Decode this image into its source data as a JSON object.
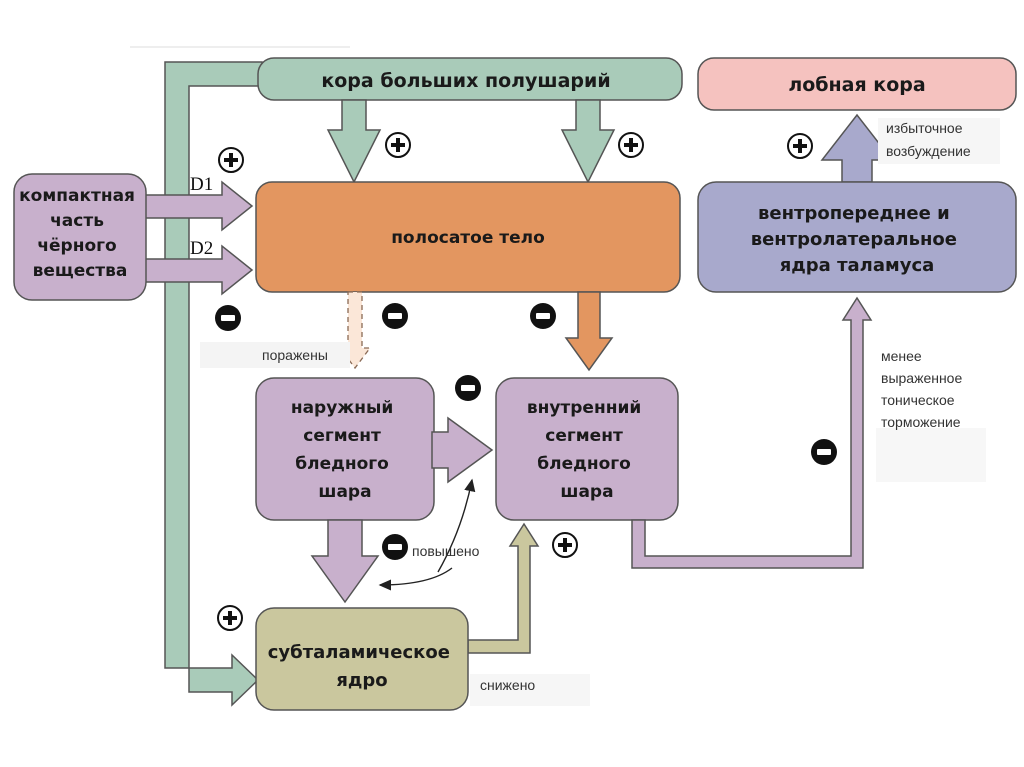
{
  "diagram": {
    "colors": {
      "cortex": "#a9cbb9",
      "striatum": "#e39660",
      "purple": "#c8b0cc",
      "frontal": "#f5c2bf",
      "thalamus": "#a8a9cc",
      "stn": "#cac79e"
    },
    "nodes": {
      "cortex": "кора больших полушарий",
      "frontal": "лобная кора",
      "snc": [
        "компактная",
        "часть",
        "чёрного",
        "вещества"
      ],
      "striatum": "полосатое тело",
      "thalamus": [
        "вентропереднее и",
        "вентролатеральное",
        "ядра таламуса"
      ],
      "gpe": [
        "наружный",
        "сегмент",
        "бледного",
        "шара"
      ],
      "gpi": [
        "внутренний",
        "сегмент",
        "бледного",
        "шара"
      ],
      "stn": [
        "субталамическое",
        "ядро"
      ]
    },
    "receptors": {
      "d1": "D1",
      "d2": "D2"
    },
    "notes": {
      "affected": "поражены",
      "increased": "повышено",
      "decreased": "снижено",
      "excess": [
        "избыточное",
        "возбуждение"
      ],
      "less_inhibition": [
        "менее",
        "выраженное",
        "тоническое",
        "торможение"
      ]
    },
    "signs": {
      "plus": "+",
      "minus": "−"
    }
  }
}
